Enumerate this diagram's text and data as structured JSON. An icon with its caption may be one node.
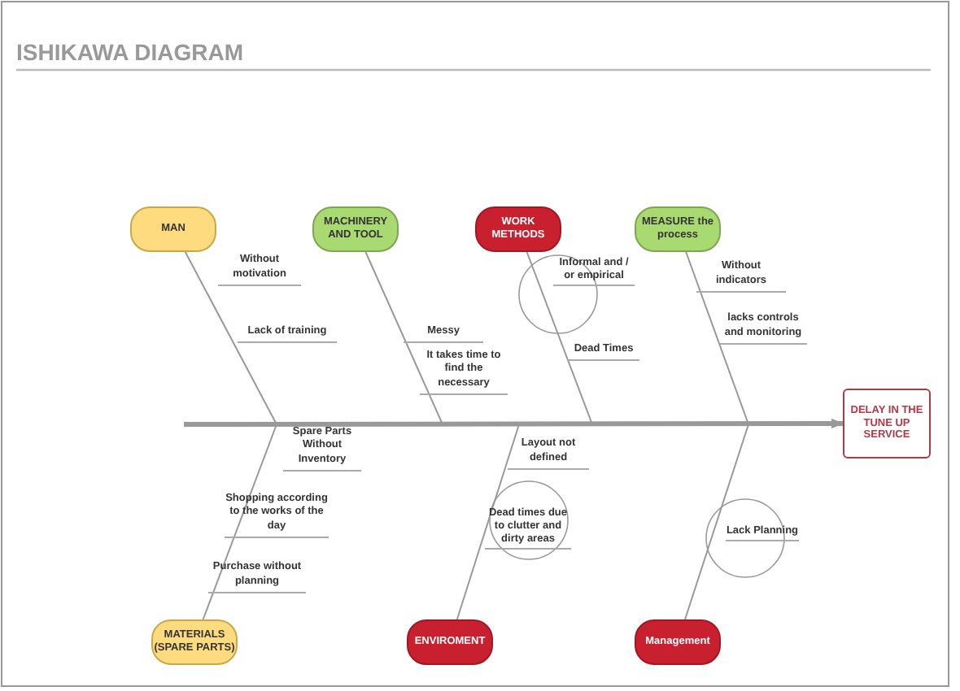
{
  "diagram": {
    "title": "ISHIKAWA DIAGRAM",
    "nodes": [
      {
        "text": [
          "MAN"
        ]
      },
      {
        "text": [
          "MACHINERY AND TOOL"
        ]
      },
      {
        "text": [
          "WORK METHODS"
        ]
      },
      {
        "text": [
          "MEASURE the process"
        ]
      },
      {
        "text": [
          "Informal and / or empirical"
        ]
      },
      {
        "text": [
          "DELAY IN THE TUNE UP SERVICE"
        ]
      },
      {
        "text": [
          "Dead times due to clutter and dirty areas"
        ]
      },
      {
        "text": [
          "Lack Planning"
        ]
      },
      {
        "text": [
          "MATERIALS (SPARE PARTS)"
        ]
      },
      {
        "text": [
          "ENVIROMENT"
        ]
      },
      {
        "text": [
          "Management"
        ]
      }
    ],
    "edges": [
      {
        "from": 0,
        "to": null,
        "arrow": "none"
      },
      {
        "from": 1,
        "to": null,
        "arrow": "none"
      },
      {
        "from": 2,
        "to": null,
        "arrow": "none"
      },
      {
        "from": 3,
        "to": null,
        "arrow": "none"
      },
      {
        "from": 8,
        "to": null,
        "arrow": "none"
      },
      {
        "from": 9,
        "to": null,
        "arrow": "none"
      },
      {
        "from": 10,
        "to": null,
        "arrow": "none"
      },
      {
        "from": null,
        "to": 5,
        "arrow": "to",
        "style": "thick"
      }
    ],
    "labels": [
      "Without motivation",
      "Lack of training",
      "Messy",
      "It takes time to find the necessary",
      "Dead Times",
      "Without indicators",
      "lacks controls and monitoring",
      "Spare Parts Without Inventory",
      "Shopping according to the works of the day",
      "Purchase without planning",
      "Layout not defined"
    ]
  }
}
